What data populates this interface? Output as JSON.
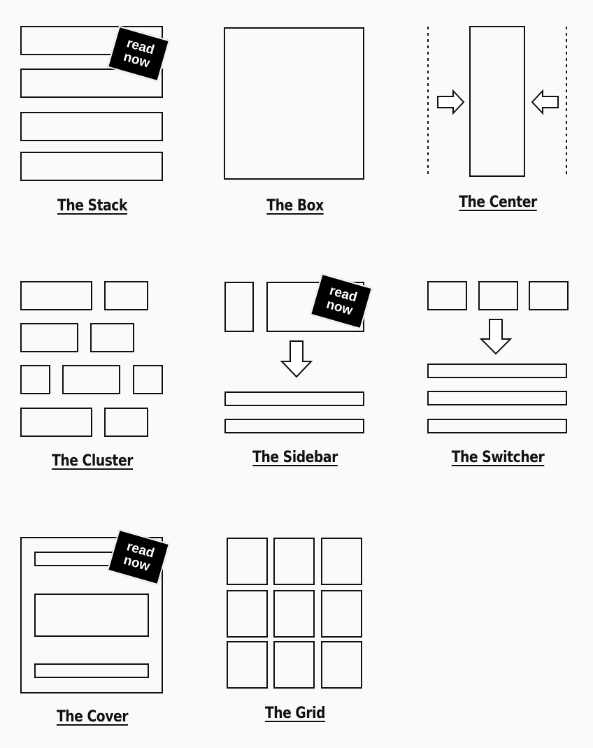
{
  "cards": [
    {
      "title": "The Stack"
    },
    {
      "title": "The Box"
    },
    {
      "title": "The Center"
    },
    {
      "title": "The Cluster"
    },
    {
      "title": "The Sidebar"
    },
    {
      "title": "The Switcher"
    },
    {
      "title": "The Cover"
    },
    {
      "title": "The Grid"
    }
  ],
  "badge": {
    "line1": "read",
    "line2": "now"
  },
  "colors": {
    "stroke": "#111111",
    "background": "#fafafa",
    "badge": "#000000"
  }
}
